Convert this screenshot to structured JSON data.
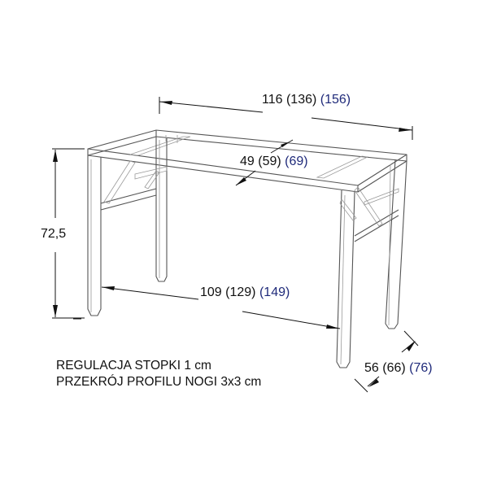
{
  "diagram": {
    "subject": "folding table frame",
    "unit": "cm",
    "colors": {
      "text": "#111111",
      "alt_size_highlight": "#1f2a7a",
      "frame_line": "#555555",
      "background": "#ffffff"
    },
    "dimensions": {
      "length_top": {
        "base": "116",
        "alt1": "(136)",
        "alt2": "(156)"
      },
      "inner_width": {
        "base": "49",
        "alt1": "(59)",
        "alt2": "(69)"
      },
      "length_bottom": {
        "base": "109",
        "alt1": "(129)",
        "alt2": "(149)"
      },
      "depth": {
        "base": "56",
        "alt1": "(66)",
        "alt2": "(76)"
      },
      "height": {
        "value": "72,5"
      }
    },
    "notes": [
      "REGULACJA STOPKI 1 cm",
      "PRZEKRÓJ PROFILU NOGI 3x3 cm"
    ]
  }
}
